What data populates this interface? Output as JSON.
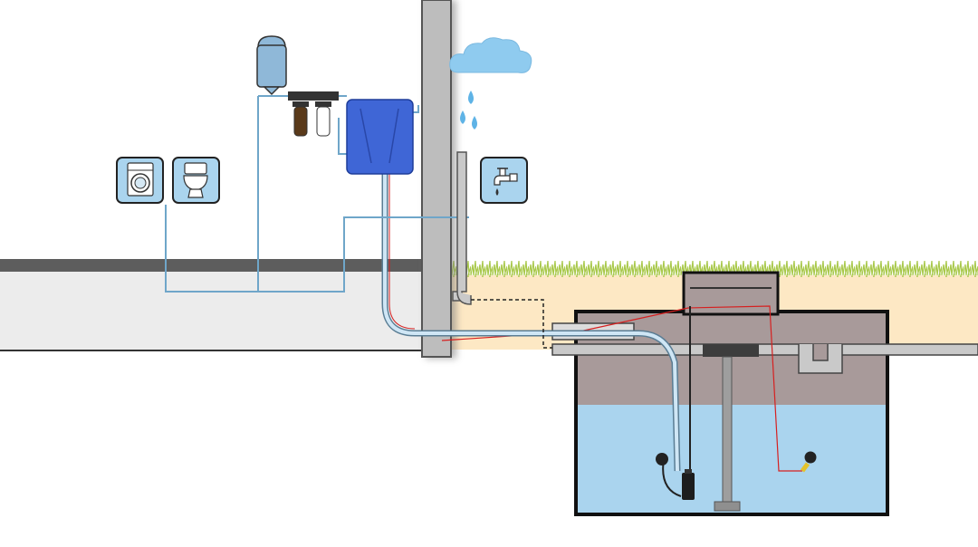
{
  "diagram": {
    "type": "rainwater-harvesting-system",
    "components": {
      "pressure_vessel": "pressure-vessel",
      "filters": [
        "sediment-filter",
        "fine-filter"
      ],
      "control_unit": "control-unit",
      "wall": "building-wall",
      "rain_cloud": "rain-cloud-icon",
      "downpipe": "downpipe",
      "washing_machine": "washing-machine-icon",
      "toilet": "toilet-icon",
      "garden_tap": "garden-tap-icon",
      "tank": "underground-tank",
      "pump": "submersible-pump",
      "float_switch": "float-switch"
    },
    "colors": {
      "control_unit": "#3f66d6",
      "water": "#aad4ee",
      "soil": "#fde8c4",
      "grass": "#a8c84a",
      "tank_concrete": "#a89a9a",
      "floor_slab": "#ececec",
      "pipe": "#6fa6c9",
      "cable": "#d62020",
      "icon_bg": "#aad4ee",
      "cloud": "#8fcbef"
    }
  }
}
